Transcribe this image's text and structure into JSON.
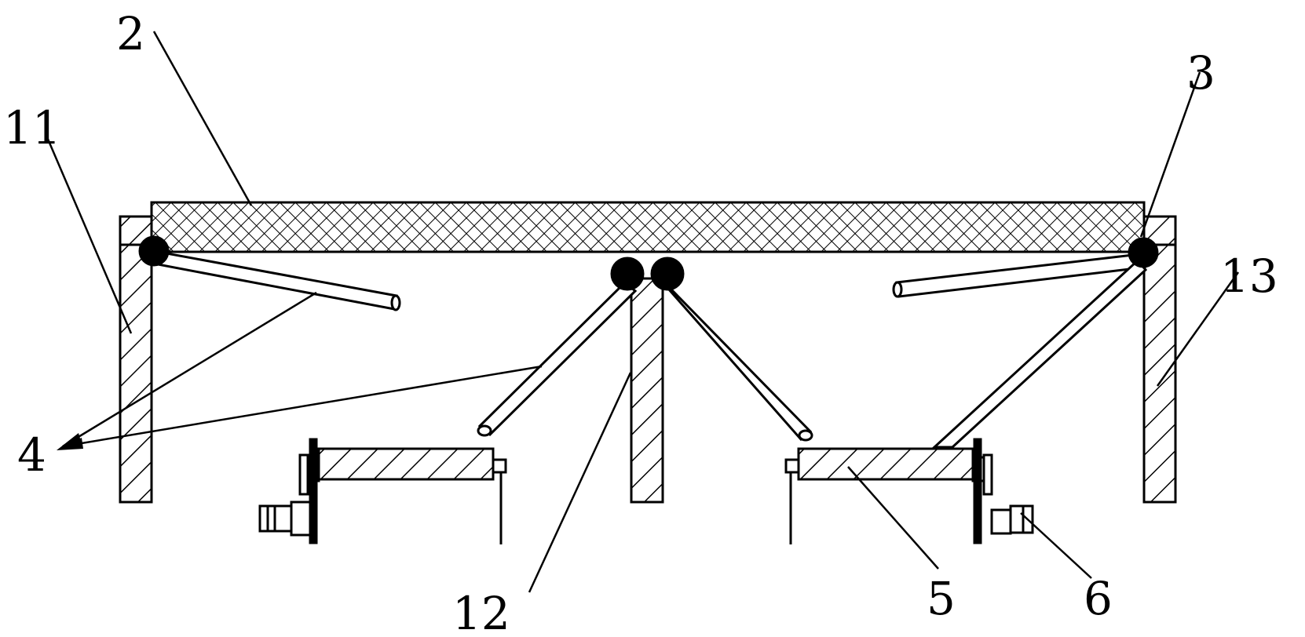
{
  "labels": {
    "l2": "2",
    "l11": "11",
    "l3": "3",
    "l13": "13",
    "l4": "4",
    "l12": "12",
    "l5": "5",
    "l6": "6"
  },
  "colors": {
    "ink": "#000000",
    "paper": "#ffffff"
  }
}
